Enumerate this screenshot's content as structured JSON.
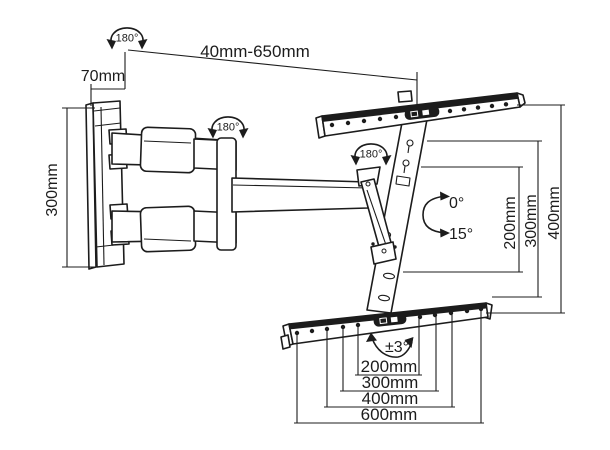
{
  "page": {
    "background": "#ffffff",
    "line_color": "#1c1c1c",
    "subject": "Articulating TV wall-mount bracket — technical dimension drawing"
  },
  "annotations": {
    "swivel_wall": "180°",
    "swivel_arm": "180°",
    "swivel_tv": "180°",
    "extension_range": "40mm-650mm",
    "wall_plate_depth": "70mm",
    "wall_plate_height": "300mm",
    "tilt_min": "0°",
    "tilt_max": "15°",
    "level_adjustment": "±3°",
    "vesa_vertical": [
      "200mm",
      "300mm",
      "400mm"
    ],
    "vesa_horizontal": [
      "200mm",
      "300mm",
      "400mm",
      "600mm"
    ]
  }
}
